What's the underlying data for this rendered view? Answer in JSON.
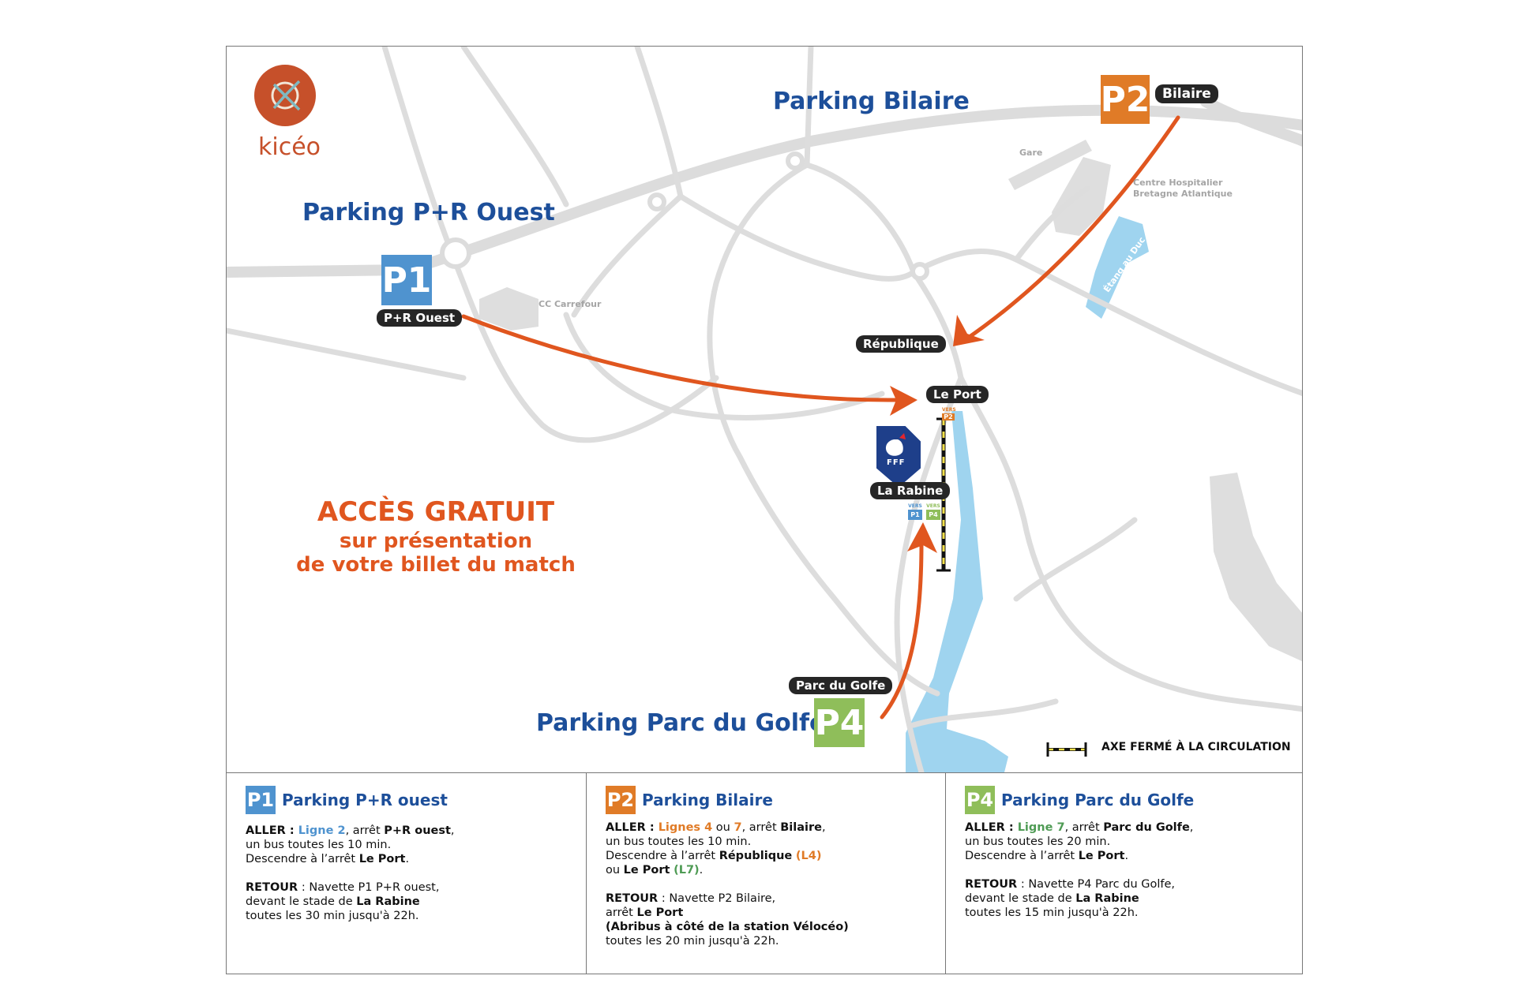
{
  "brand": {
    "name": "kicéo",
    "logo_color": "#c6502a",
    "text_color": "#c6502a"
  },
  "colors": {
    "p1": "#4f93cf",
    "p2": "#e07b27",
    "p4": "#8fbe5a",
    "title_blue": "#1d4f9a",
    "arrow": "#e0561f",
    "water": "#9fd4ef",
    "road": "#dcdcdc"
  },
  "map": {
    "p1": {
      "title": "Parking P+R Ouest",
      "badge": "P1",
      "stop": "P+R Ouest"
    },
    "p2": {
      "title": "Parking Bilaire",
      "badge": "P2",
      "stop": "Bilaire"
    },
    "p4": {
      "title": "Parking Parc du Golfe",
      "badge": "P4",
      "stop": "Parc du Golfe"
    },
    "stops": {
      "republique": "République",
      "le_port": "Le Port",
      "la_rabine": "La Rabine"
    },
    "places": {
      "gare": "Gare",
      "hospital_line1": "Centre Hospitalier",
      "hospital_line2": "Bretagne Atlantique",
      "carrefour": "CC Carrefour",
      "etang": "Étang au Duc"
    },
    "vers": {
      "word": "VERS",
      "p1": "P1",
      "p2": "P2",
      "p4": "P4"
    },
    "stadium_logo_icon": "fff-rooster-shield-icon",
    "stadium_logo_text": "FFF",
    "promo": {
      "line1": "ACCÈS GRATUIT",
      "line2": "sur présentation",
      "line3": "de votre billet du match"
    },
    "legend": "AXE FERMÉ À LA CIRCULATION"
  },
  "panels": [
    {
      "badge": "P1",
      "title": "Parking P+R ouest",
      "aller": {
        "label": "ALLER",
        "line_prefix": "Ligne 2",
        "line_suffix": ", arrêt ",
        "stop": "P+R ouest",
        "l2": "un bus toutes les 10 min.",
        "l3_prefix": "Descendre à l’arrêt ",
        "l3_stop": "Le Port",
        "l3_end": "."
      },
      "retour": {
        "label": "RETOUR",
        "l1": " : Navette P1 P+R ouest,",
        "l2_prefix": "devant le stade de ",
        "l2_stop": "La Rabine",
        "l3": "toutes les 30 min jusqu'à 22h."
      }
    },
    {
      "badge": "P2",
      "title": "Parking Bilaire",
      "aller": {
        "label": "ALLER",
        "lines_a": "Lignes 4",
        "ou": " ou ",
        "lines_b": "7",
        "suffix": ", arrêt ",
        "stop": "Bilaire",
        "l2": "un bus toutes les 10 min.",
        "l3_prefix": "Descendre à l’arrêt ",
        "l3_stop": "République",
        "l3_line": "(L4)",
        "l4_prefix": "ou ",
        "l4_stop": "Le Port",
        "l4_line": "(L7)",
        "l4_end": "."
      },
      "retour": {
        "label": "RETOUR",
        "l1": " : Navette P2 Bilaire,",
        "l2_prefix": "arrêt ",
        "l2_stop": "Le Port",
        "l3": "(Abribus à côté de la station Vélocéo)",
        "l4": "toutes les 20 min jusqu'à 22h."
      }
    },
    {
      "badge": "P4",
      "title": "Parking Parc du Golfe",
      "aller": {
        "label": "ALLER",
        "line_prefix": "Ligne 7",
        "line_suffix": ", arrêt ",
        "stop": "Parc du Golfe",
        "l2": "un bus toutes les 20 min.",
        "l3_prefix": "Descendre à l’arrêt ",
        "l3_stop": "Le Port",
        "l3_end": "."
      },
      "retour": {
        "label": "RETOUR",
        "l1": " : Navette P4 Parc du Golfe,",
        "l2_prefix": "devant le stade de ",
        "l2_stop": "La Rabine",
        "l3": "toutes les 15 min jusqu'à 22h."
      }
    }
  ]
}
